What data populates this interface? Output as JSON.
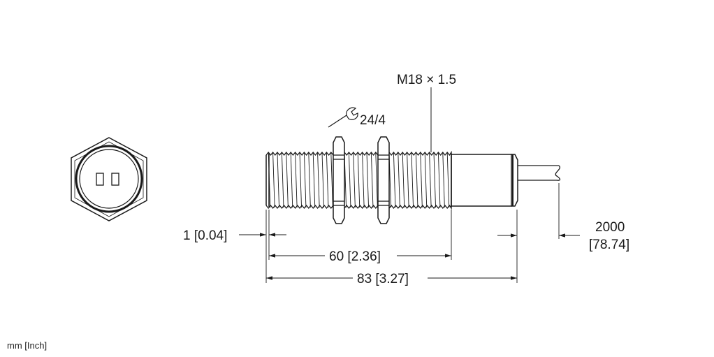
{
  "drawing": {
    "thread_label": "M18 × 1.5",
    "wrench_size": "24/4",
    "dim_tip": "1 [0.04]",
    "dim_thread_length": "60 [2.36]",
    "dim_total_length": "83 [3.27]",
    "dim_cable_mm": "2000",
    "dim_cable_in": "[78.74]",
    "units": "mm [Inch]"
  },
  "colors": {
    "line": "#1a1a1a"
  }
}
